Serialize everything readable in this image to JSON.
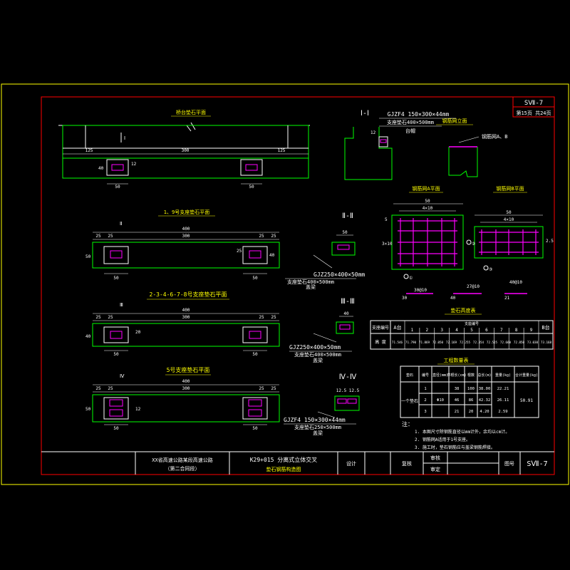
{
  "sheet": {
    "code": "SⅦ-7",
    "page": "第15页 共24页"
  },
  "views": {
    "main_plan": {
      "title": "桥台垫石平面",
      "section_mark": "Ⅰ",
      "dims": [
        "125",
        "300",
        "125"
      ],
      "d40": "40",
      "d12": "12",
      "d50a": "50",
      "d50b": "50"
    },
    "plan_1_9": {
      "title": "1、9号支座垫石平面",
      "mark": "Ⅱ",
      "overall": "400",
      "dims": [
        "25",
        "25",
        "300",
        "25",
        "25"
      ],
      "d50": "50",
      "d40": "40",
      "d25": "25",
      "b50a": "50",
      "b50b": "50"
    },
    "plan_2_8": {
      "title": "2-3-4-6-7-8号支座垫石平面",
      "mark": "Ⅲ",
      "overall": "400",
      "dims": [
        "25",
        "25",
        "300",
        "25",
        "25"
      ],
      "d40": "40",
      "d20": "20",
      "b50a": "50",
      "b50b": "50"
    },
    "plan_5": {
      "title": "5号支座垫石平面",
      "mark": "Ⅳ",
      "overall": "400",
      "dims": [
        "25",
        "25",
        "300",
        "25",
        "25"
      ],
      "d50": "50",
      "d12": "12",
      "b50a": "50",
      "b50b": "50"
    }
  },
  "sections": {
    "s1": {
      "title": "Ⅰ-Ⅰ",
      "bearing": "GJZF4 150×300×44mm",
      "seat": "支座垫石400×500mm",
      "sub": "台帽",
      "d12": "12"
    },
    "s2": {
      "title": "Ⅱ-Ⅱ",
      "top": "50",
      "bearing": "GJZ250×400×50mm",
      "seat": "支座垫石400×500mm",
      "sub": "盖梁"
    },
    "s3": {
      "title": "Ⅲ-Ⅲ",
      "top": "40",
      "bearing": "GJZ250×400×50mm",
      "seat": "支座垫石400×500mm",
      "sub": "盖梁"
    },
    "s4": {
      "title": "Ⅳ-Ⅳ",
      "top": "12.5 12.5",
      "bearing": "GJZF4 150×300×44mm",
      "seat": "支座垫石250×500mm",
      "sub": "盖梁"
    }
  },
  "rebar": {
    "elev_title": "钢筋网立面",
    "elev_label": "钢筋网A、B",
    "planA_title": "钢筋网A平面",
    "planB_title": "钢筋网B平面",
    "planA_dims": {
      "total": "50",
      "sub": "4×10",
      "left": "5",
      "side": "3×10"
    },
    "planB_dims": {
      "total": "50",
      "sub": "4×10",
      "side": "2.5"
    },
    "bars": [
      {
        "dim": "30",
        "label": "①"
      },
      {
        "dim": "40",
        "label": "②"
      },
      {
        "dim": "21",
        "label": "③"
      }
    ],
    "bar_notes": [
      "30@10",
      "27@10",
      "40@10"
    ]
  },
  "table_height": {
    "title": "垫石高度表",
    "row1_label": "支座编号",
    "row2_label": "高 度",
    "sideA": "A台",
    "sideB": "B台",
    "numbers": [
      "1",
      "2",
      "3",
      "4",
      "5",
      "6",
      "7",
      "8",
      "9"
    ],
    "values": [
      "71.546",
      "71.790",
      "71.869",
      "72.050",
      "72.169",
      "72.255",
      "72.354",
      "72.525",
      "72.660",
      "72.850",
      "73.030",
      "73.168"
    ]
  },
  "table_qty": {
    "title": "工程数量表",
    "headers": [
      "垫石",
      "编号",
      "直径(mm)",
      "单根长(cm)",
      "根数",
      "总长(m)",
      "重量(kg)",
      "合计重量(kg)"
    ],
    "group": "一个垫石",
    "rows": [
      [
        "1",
        "",
        "38",
        "100",
        "38.00",
        "22.21"
      ],
      [
        "2",
        "Φ10",
        "46",
        "86",
        "42.32",
        "26.11"
      ],
      [
        "3",
        "",
        "21",
        "20",
        "4.20",
        "2.59"
      ]
    ],
    "total": "50.91"
  },
  "notes": [
    "注：",
    "1. 本图尺寸除钢筋直径以mm计外，余均以cm计。",
    "2. 钢筋网A适用于1号支座。",
    "3. 施工时，垫石钢筋应与盖梁钢筋焊接。"
  ],
  "title_block": {
    "project": "XX省高速公路某段高速公路",
    "subproject": "（第二合同段）",
    "drawing_line1": "K29+015 分离式立体交叉",
    "drawing_line2": "垫石钢筋构造图",
    "design": "设计",
    "review1": "复核",
    "review2": "审核",
    "approve": "审定",
    "sheet_label": "图号",
    "sheet_no": "SⅦ-7"
  }
}
